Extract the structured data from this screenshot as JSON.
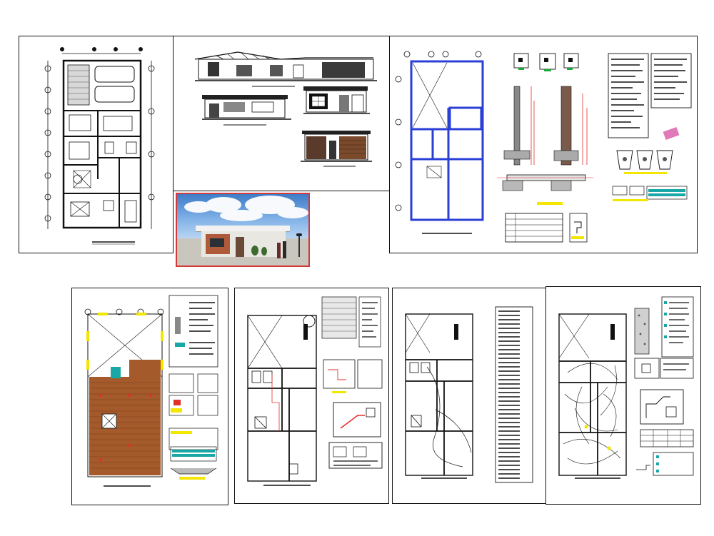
{
  "title": "",
  "sheets": [
    {
      "id": "floor-plan-sheet",
      "kind": "architectural floor plan"
    },
    {
      "id": "elevations-sheet",
      "kind": "elevations and sections"
    },
    {
      "id": "structural-sheet",
      "kind": "foundation and structural details"
    },
    {
      "id": "roof-sheet",
      "kind": "roof framing plan"
    },
    {
      "id": "plumbing-sheet",
      "kind": "sanitary installations"
    },
    {
      "id": "lighting-sheet",
      "kind": "electrical lighting"
    },
    {
      "id": "outlets-sheet",
      "kind": "electrical outlets"
    }
  ],
  "render": {
    "kind": "3d facade render"
  },
  "colors": {
    "line": "#111111",
    "wall_blue": "#2a3fd6",
    "dim_red": "#e0302a",
    "highlight_yellow": "#f3e600",
    "roof_brown": "#a45a2a",
    "teal": "#1aa7a7",
    "pink": "#e07ab8",
    "render_frame": "#d23a3a"
  }
}
